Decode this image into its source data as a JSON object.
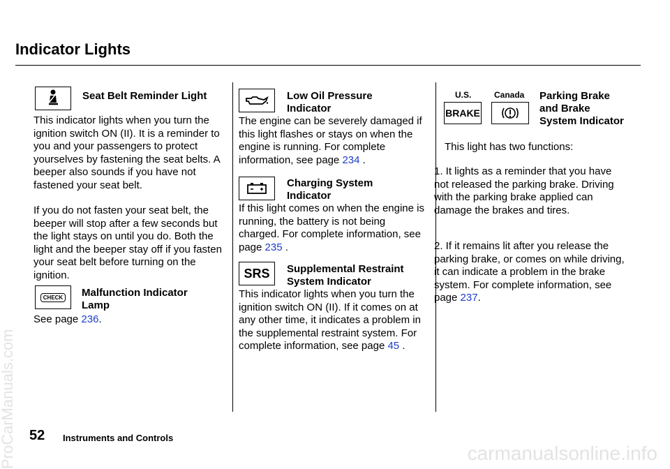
{
  "page": {
    "title": "Indicator Lights",
    "page_number": "52",
    "section": "Instruments and Controls"
  },
  "col1": {
    "seatbelt": {
      "heading": "Seat Belt Reminder Light",
      "icon": "seatbelt-icon",
      "p1": "This indicator lights when you turn the ignition switch ON (II). It is a reminder to you and your passengers to protect yourselves by fastening the seat belts. A beeper also sounds if you have not fastened your seat belt.",
      "p2": "If you do not fasten your seat belt, the beeper will stop after a few seconds but the light stays on until you do. Both the light and the beeper stay off if you fasten your seat belt before turning on the ignition."
    },
    "malfunction": {
      "heading": "Malfunction Indicator Lamp",
      "icon_text": "CHECK",
      "text_prefix": "See page",
      "link": "236",
      "text_suffix": "."
    }
  },
  "col2": {
    "oil": {
      "heading": "Low Oil Pressure Indicator",
      "icon": "oil-can-icon",
      "text": "The engine can be severely damaged if this light flashes or stays on when the engine is running. For complete information, see page",
      "link": "234",
      "suffix": "."
    },
    "charging": {
      "heading": "Charging System Indicator",
      "icon": "battery-icon",
      "text": "If this light comes on when the engine is running, the battery is not being charged. For complete information, see page",
      "link": "235",
      "suffix": "."
    },
    "srs": {
      "heading": "Supplemental Restraint System Indicator",
      "icon_text": "SRS",
      "text": "This indicator lights when you turn the ignition switch ON (II). If it comes on at any other time, it indicates a problem in the supplemental restraint system. For complete information, see page",
      "link": "45",
      "suffix": "."
    }
  },
  "col3": {
    "brake": {
      "label_us": "U.S.",
      "label_canada": "Canada",
      "icon_text": "BRAKE",
      "heading": "Parking Brake and Brake System Indicator",
      "intro": "This light has two functions:",
      "item1": "1. It lights as a reminder that you have not released the parking brake. Driving with the parking brake applied can damage the brakes and tires.",
      "item2": "2. If it remains lit after you release the parking brake, or comes on while driving, it can indicate a problem in the brake system. For complete information, see page",
      "link": "237",
      "suffix": "."
    }
  },
  "watermark": {
    "side": "ProCarManuals.com",
    "bottom": "carmanualsonline.info"
  }
}
